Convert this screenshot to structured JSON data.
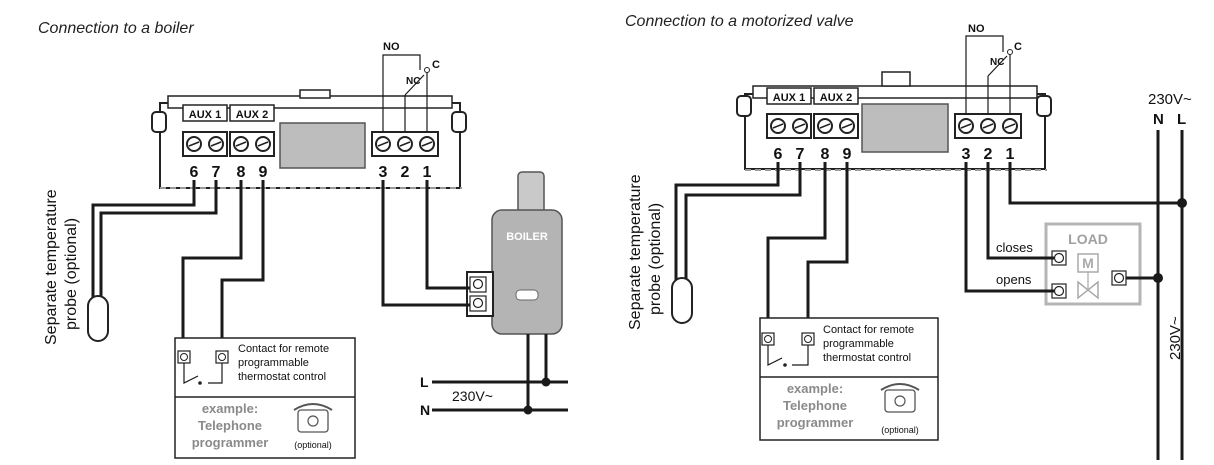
{
  "left_diagram": {
    "title": "Connection to a boiler",
    "aux1_label": "AUX 1",
    "aux2_label": "AUX 2",
    "terminals": [
      "6",
      "7",
      "8",
      "9",
      "3",
      "2",
      "1"
    ],
    "relay_no": "NO",
    "relay_nc": "NC",
    "relay_c": "C",
    "probe_label_line1": "Separate temperature",
    "probe_label_line2": "probe (optional)",
    "contact_line1": "Contact for remote",
    "contact_line2": "programmable",
    "contact_line3": "thermostat control",
    "example_line1": "example:",
    "example_line2": "Telephone",
    "example_line3": "programmer",
    "optional_label": "(optional)",
    "boiler_label": "BOILER",
    "line_L": "L",
    "line_N": "N",
    "voltage": "230V~"
  },
  "right_diagram": {
    "title": "Connection to a motorized valve",
    "aux1_label": "AUX 1",
    "aux2_label": "AUX 2",
    "terminals": [
      "6",
      "7",
      "8",
      "9",
      "3",
      "2",
      "1"
    ],
    "relay_no": "NO",
    "relay_nc": "NC",
    "relay_c": "C",
    "probe_label_line1": "Separate temperature",
    "probe_label_line2": "probe (optional)",
    "contact_line1": "Contact for remote",
    "contact_line2": "programmable",
    "contact_line3": "thermostat control",
    "example_line1": "example:",
    "example_line2": "Telephone",
    "example_line3": "programmer",
    "optional_label": "(optional)",
    "load_label": "LOAD",
    "motor_label": "M",
    "closes_label": "closes",
    "opens_label": "opens",
    "supply_voltage": "230V~",
    "line_N": "N",
    "line_L": "L",
    "vertical_voltage": "230V~"
  },
  "colors": {
    "wire": "#1a1a1a",
    "gray_text": "#8a8a8a",
    "load_box": "#b5b5b5"
  }
}
